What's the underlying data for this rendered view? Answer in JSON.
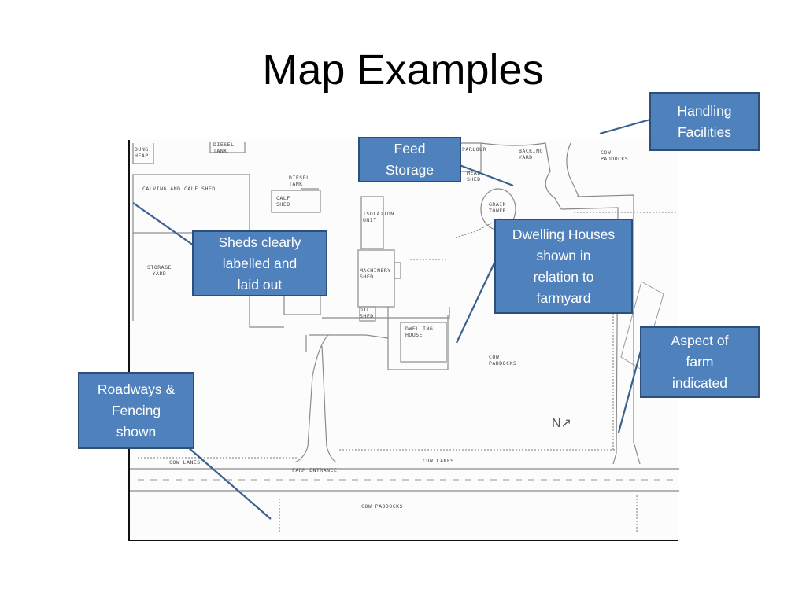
{
  "slide": {
    "title": "Map Examples"
  },
  "callouts": {
    "handling": "Handling\nFacilities",
    "feed": "Feed\nStorage",
    "sheds": "Sheds clearly\nlabelled and\nlaid out",
    "dwelling": "Dwelling Houses\nshown in\nrelation to\nfarmyard",
    "aspect": "Aspect of\nfarm\nindicated",
    "roadways": "Roadways &\nFencing\nshown"
  },
  "map_labels": {
    "dung_heap": "DUNG\nHEAP",
    "diesel_tank_top": "DIESEL\nTANK",
    "calving_shed": "CALVING AND CALF SHED",
    "diesel_tank_mid": "DIESEL\nTANK",
    "calf_shed": "CALF\nSHED",
    "storage_yard": "STORAGE\nYARD",
    "isolation_unit": "ISOLATION\nUNIT",
    "machinery_shed": "MACHINERY\nSHED",
    "oil_shed": "OIL\nSHED",
    "parlour": "PARLOUR",
    "meal_shed": "MEAL\nSHED",
    "backing_yard": "BACKING\nYARD",
    "grain_tower": "GRAIN\nTOWER",
    "cow_paddocks_ne": "COW\nPADDOCKS",
    "dwelling_house": "DWELLING\nHOUSE",
    "cow_paddocks_center": "COW\nPADDOCKS",
    "cow_lanes_left": "COW LANES",
    "cow_lanes_right": "COW LANES",
    "farm_entrance": "FARM ENTRANCE",
    "cow_paddocks_south": "COW PADDOCKS",
    "north": "N"
  },
  "colors": {
    "callout_fill": "#4f81bd",
    "callout_border": "#2e4f7a",
    "pointer_line": "#3b5f8f"
  }
}
